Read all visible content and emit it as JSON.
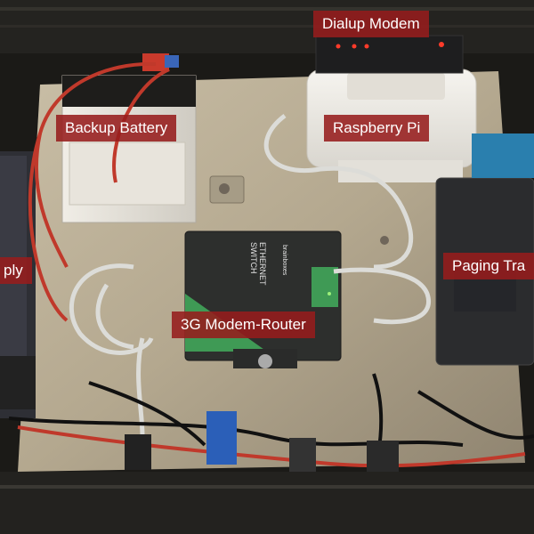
{
  "labels": {
    "dialup_modem": "Dialup Modem",
    "backup_battery": "Backup Battery",
    "raspberry_pi": "Raspberry Pi",
    "power_supply_partial": "ply",
    "paging_transmitter_partial": "Paging Tra",
    "modem_router": "3G Modem-Router"
  },
  "switch_text": {
    "brand": "brainboxes",
    "line1": "ETHERNET",
    "line2": "SWITCH"
  },
  "colors": {
    "label_bg": "#961c1c",
    "label_text": "#ffffff",
    "case_black": "#1b1a17",
    "metal_plate": "#b9ad95",
    "switch_body": "#2d2f2d",
    "switch_green": "#3f9a55",
    "battery_white": "#e9e6de",
    "pi_case_white": "#f1efea",
    "cable_red": "#c0392b",
    "cable_white": "#dcdcd8",
    "led_red": "#ff3b2a",
    "connector_blue": "#2b5fb8"
  }
}
